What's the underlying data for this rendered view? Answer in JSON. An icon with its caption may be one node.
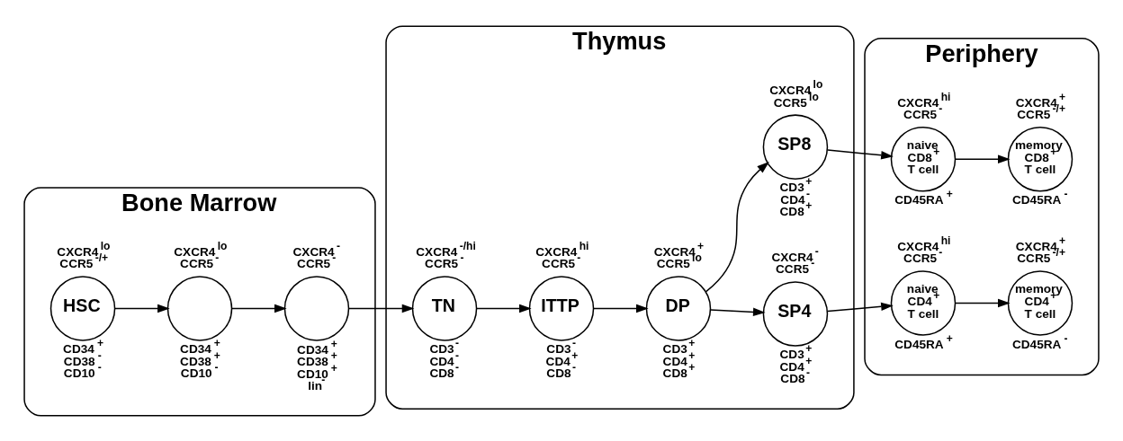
{
  "diagram": {
    "nodes": [
      {
        "text": [
          "Bone Marrow"
        ]
      },
      {
        "text": [
          "HSC"
        ],
        "in": 0,
        "beside": [
          "CXCR4$^{lo}$ CCR5$^{-/+}$",
          "CD34$^{+}$ CD38$^{-}$ CD10$^{-}$"
        ]
      },
      {
        "text": [],
        "shape": "circle",
        "in": 0,
        "beside": [
          "CXCR4$^{lo}$ CCR5$^{-}$",
          "CD34$^{+}$ CD38$^{+}$ CD10$^{-}$"
        ]
      },
      {
        "text": [],
        "shape": "circle",
        "in": 0,
        "beside": [
          "CXCR4$^{-}$ CCR5$^{-}$",
          "CD34$^{+}$ CD38$^{+}$ CD10$^{+}$ lin$^{-}$"
        ]
      },
      {
        "text": [
          "Thymus"
        ]
      },
      {
        "text": [
          "TN"
        ],
        "in": 4,
        "beside": [
          "CXCR4$^{-/hi}$ CCR5$^{-}$",
          "CD3$^{-}$ CD4$^{-}$ CD8$^{-}$"
        ]
      },
      {
        "text": [
          "ITTP"
        ],
        "in": 4,
        "beside": [
          "CXCR4$^{hi}$ CCR5$^{-}$",
          "CD3$^{-}$ CD4$^{+}$ CD8$^{-}$"
        ]
      },
      {
        "text": [
          "DP"
        ],
        "in": 4,
        "beside": [
          "CXCR4$^{+}$ CCR5$^{lo}$",
          "CD3$^{+}$ CD4$^{+}$ CD8$^{+}$"
        ]
      },
      {
        "text": [
          "SP4"
        ],
        "in": 4,
        "beside": [
          "CXCR4$^{-}$ CCR5$^{-}$",
          "CD3$^{+}$ CD4$^{+}$ CD8$^{-}$"
        ]
      },
      {
        "text": [
          "SP8"
        ],
        "in": 4,
        "beside": [
          "CXCR4$^{lo}$ CCR5$^{lo}$",
          "CD3$^{+}$ CD4$^{-}$ CD8$^{+}$"
        ]
      },
      {
        "text": [
          "Periphery"
        ]
      },
      {
        "text": [
          "naive CD4$^{+}$ T cell"
        ],
        "in": 10,
        "beside": [
          "CXCR4$^{hi}$ CCR5$^{-}$",
          "CD45RA$^{+}$"
        ]
      },
      {
        "text": [
          "memory CD4$^{+}$ T cell"
        ],
        "in": 10,
        "beside": [
          "CXCR4$^{+}$ CCR5$^{-/+}$",
          "CD45RA$^{-}$"
        ]
      },
      {
        "text": [
          "naive CD8$^{+}$ T cell"
        ],
        "in": 10,
        "beside": [
          "CXCR4$^{hi}$ CCR5$^{-}$",
          "CD45RA$^{+}$"
        ]
      },
      {
        "text": [
          "memory CD8$^{+}$ T cell"
        ],
        "in": 10,
        "beside": [
          "CXCR4$^{+}$ CCR5$^{-/+}$",
          "CD45RA$^{-}$"
        ]
      }
    ],
    "edges": [
      {
        "from": 1,
        "to": 2,
        "arrow": "to"
      },
      {
        "from": 2,
        "to": 3,
        "arrow": "to"
      },
      {
        "from": 3,
        "to": 5,
        "arrow": "to"
      },
      {
        "from": 5,
        "to": 6,
        "arrow": "to"
      },
      {
        "from": 6,
        "to": 7,
        "arrow": "to"
      },
      {
        "from": 7,
        "to": 8,
        "arrow": "to"
      },
      {
        "from": 7,
        "to": 9,
        "arrow": "to"
      },
      {
        "from": 8,
        "to": 11,
        "arrow": "to"
      },
      {
        "from": 11,
        "to": 12,
        "arrow": "to"
      },
      {
        "from": 9,
        "to": 13,
        "arrow": "to"
      },
      {
        "from": 13,
        "to": 14,
        "arrow": "to"
      }
    ]
  }
}
